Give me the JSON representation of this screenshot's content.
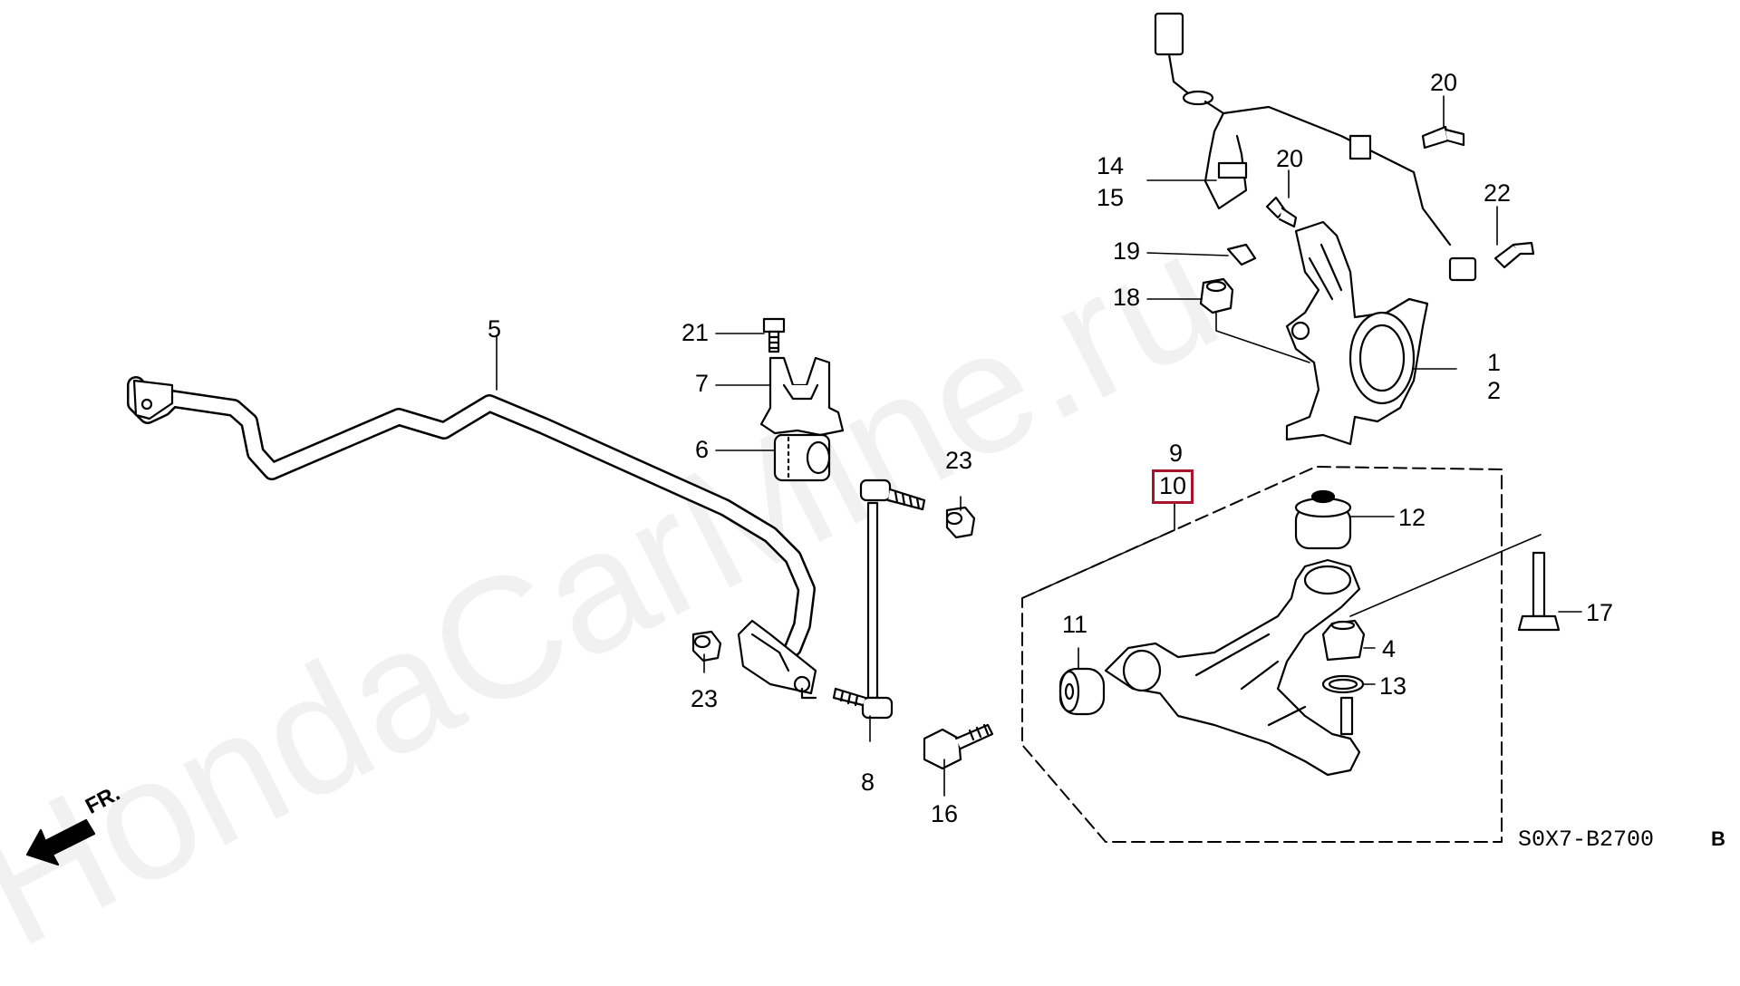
{
  "watermark": "HondaCarMine.ru",
  "diagram_code": "S0X7-B2700",
  "diagram_variant": "B",
  "direction_label": "FR.",
  "colors": {
    "line": "#000000",
    "part_fill": "#ffffff",
    "shadow": "#d6d6d6",
    "highlight_border": "#a8142b"
  },
  "callouts": [
    {
      "id": "c1",
      "text": "1"
    },
    {
      "id": "c2",
      "text": "2"
    },
    {
      "id": "c4",
      "text": "4"
    },
    {
      "id": "c5",
      "text": "5"
    },
    {
      "id": "c6",
      "text": "6"
    },
    {
      "id": "c7",
      "text": "7"
    },
    {
      "id": "c8",
      "text": "8"
    },
    {
      "id": "c9",
      "text": "9"
    },
    {
      "id": "c10",
      "text": "10"
    },
    {
      "id": "c11",
      "text": "11"
    },
    {
      "id": "c12",
      "text": "12"
    },
    {
      "id": "c13",
      "text": "13"
    },
    {
      "id": "c14",
      "text": "14"
    },
    {
      "id": "c15",
      "text": "15"
    },
    {
      "id": "c16",
      "text": "16"
    },
    {
      "id": "c17",
      "text": "17"
    },
    {
      "id": "c18",
      "text": "18"
    },
    {
      "id": "c19",
      "text": "19"
    },
    {
      "id": "c20a",
      "text": "20"
    },
    {
      "id": "c20b",
      "text": "20"
    },
    {
      "id": "c21",
      "text": "21"
    },
    {
      "id": "c22",
      "text": "22"
    },
    {
      "id": "c23a",
      "text": "23"
    },
    {
      "id": "c23b",
      "text": "23"
    }
  ]
}
